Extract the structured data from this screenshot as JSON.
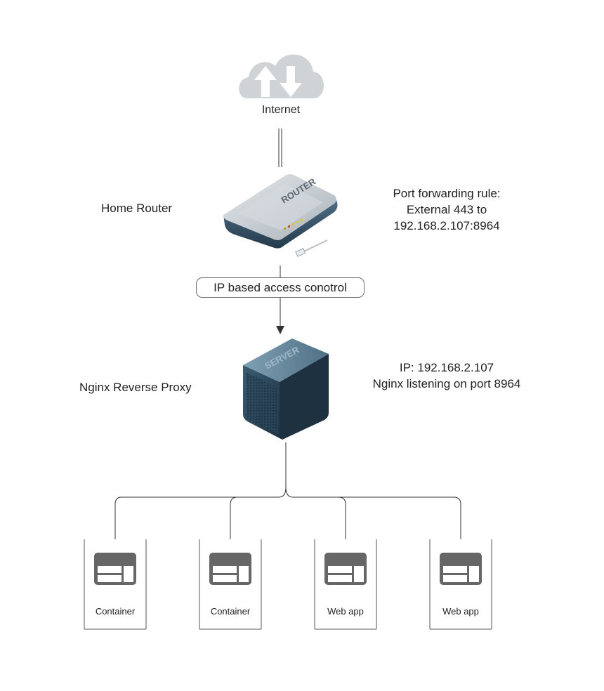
{
  "nodes": {
    "internet": {
      "label": "Internet"
    },
    "router": {
      "label": "Home Router",
      "device_text": "ROUTER"
    },
    "router_note": {
      "lines": [
        "Port forwarding rule:",
        "External 443 to",
        "192.168.2.107:8964"
      ]
    },
    "access_control": {
      "label": "IP based access conotrol"
    },
    "proxy": {
      "label": "Nginx Reverse Proxy",
      "device_text": "SERVER"
    },
    "proxy_note": {
      "lines": [
        "IP: 192.168.2.107",
        "Nginx listening on port 8964"
      ]
    }
  },
  "services": [
    {
      "label": "Container"
    },
    {
      "label": "Container"
    },
    {
      "label": "Web app"
    },
    {
      "label": "Web app"
    }
  ],
  "colors": {
    "cloud": "#cfd3d6",
    "line": "#333333",
    "server_dark": "#2c4a5e",
    "server_light": "#5d7f94",
    "router_top": "#c9cfd4",
    "router_body": "#3f5c70",
    "app_icon": "#666666"
  }
}
